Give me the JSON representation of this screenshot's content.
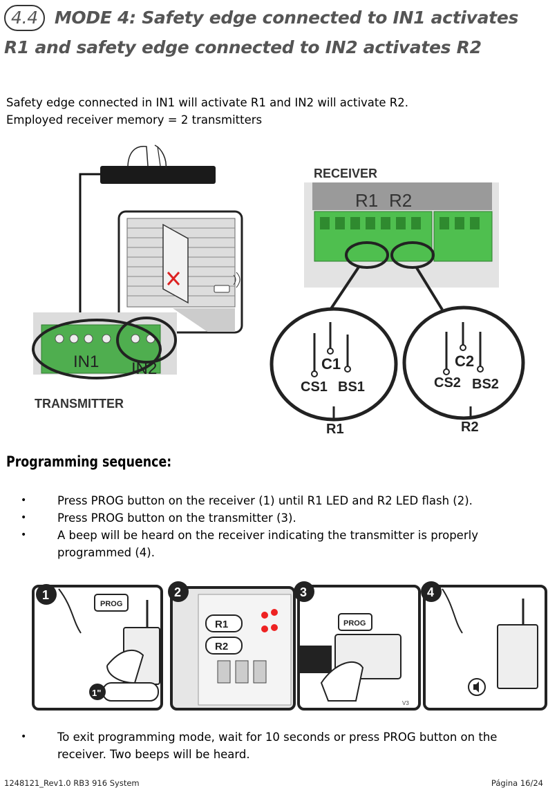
{
  "heading": {
    "number": "4.4",
    "title": "MODE 4: Safety edge connected to IN1 activates R1 and safety edge connected to IN2 activates R2"
  },
  "intro": {
    "line1": "Safety edge connected in IN1 will activate R1 and IN2 will activate R2.",
    "line2": "Employed receiver memory  = 2 transmitters"
  },
  "figure": {
    "transmitter_label": "TRANSMITTER",
    "receiver_label": "RECEIVER",
    "in1": "IN1",
    "in2": "IN2",
    "r1": "R1",
    "r2": "R2",
    "c1": "C1",
    "cs1": "CS1",
    "bs1": "BS1",
    "c2": "C2",
    "cs2": "CS2",
    "bs2": "BS2"
  },
  "subheading": "Programming sequence:",
  "steps": [
    "Press PROG button on the receiver (1) until R1 LED and R2 LED flash (2).",
    "Press PROG button on the transmitter (3).",
    "A beep will be heard on the receiver indicating the transmitter is properly programmed (4)."
  ],
  "strip": {
    "n1": "1",
    "n2": "2",
    "n3": "3",
    "n4": "4",
    "prog": "PROG",
    "r1": "R1",
    "r2": "R2",
    "time": "1\"",
    "version": "V3"
  },
  "exit_step": "To exit programming mode, wait for 10 seconds or press PROG button on the receiver. Two beeps will be heard.",
  "footer": {
    "left": "1248121_Rev1.0 RB3 916 System",
    "right": "Página 16/24"
  }
}
